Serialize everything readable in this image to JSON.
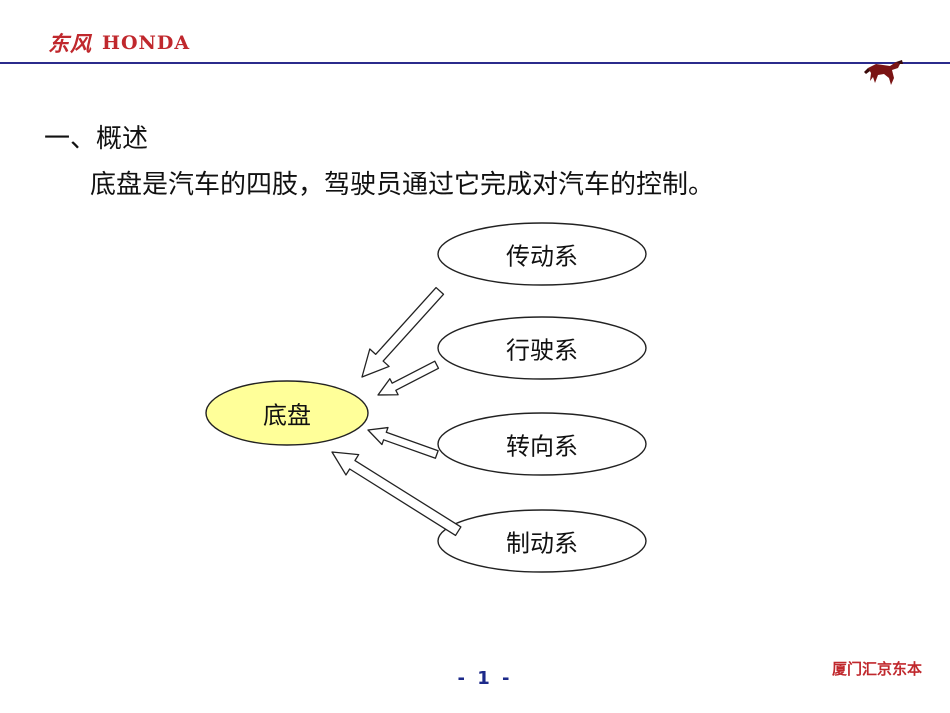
{
  "header": {
    "brand_chinese": "东风",
    "brand_honda": "HONDA"
  },
  "content": {
    "heading": "一、概述",
    "description": "底盘是汽车的四肢，驾驶员通过它完成对汽车的控制。"
  },
  "diagram": {
    "center_node": "底盘",
    "nodes": [
      "传动系",
      "行驶系",
      "转向系",
      "制动系"
    ]
  },
  "footer": {
    "page_number": "- 1 -",
    "dealer": "厦门汇京东本"
  },
  "colors": {
    "brand_red": "#c0282d",
    "header_line": "#2b2b8c",
    "center_node_fill": "#ffff99",
    "page_number": "#1d2a8a"
  }
}
